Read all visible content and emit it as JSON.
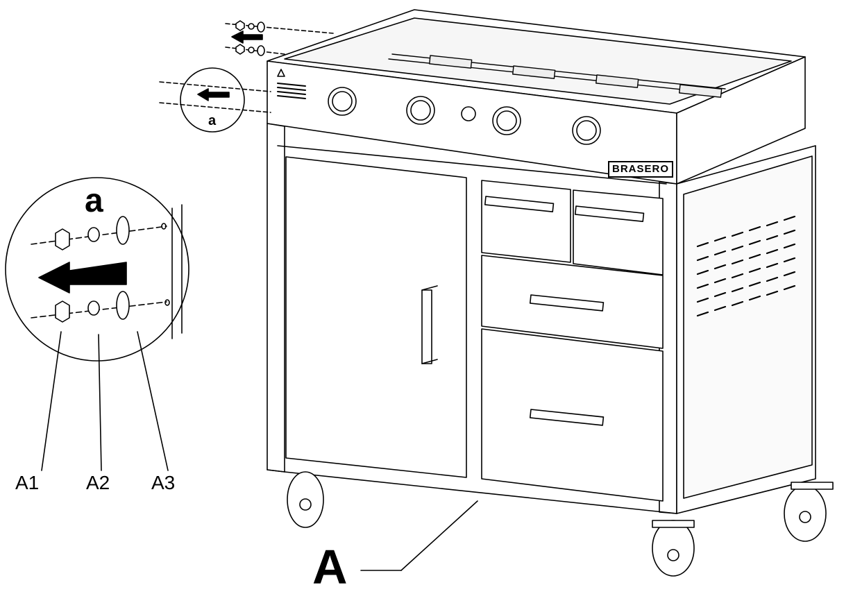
{
  "labels": {
    "assembly": "A",
    "detail": "a",
    "detail_small": "a",
    "part_nut": "A1",
    "part_lock_washer": "A2",
    "part_flat_washer": "A3",
    "brand": "BRASERO"
  },
  "colors": {
    "line": "#000000",
    "fill": "#ffffff",
    "shade": "#f2f2f2"
  }
}
